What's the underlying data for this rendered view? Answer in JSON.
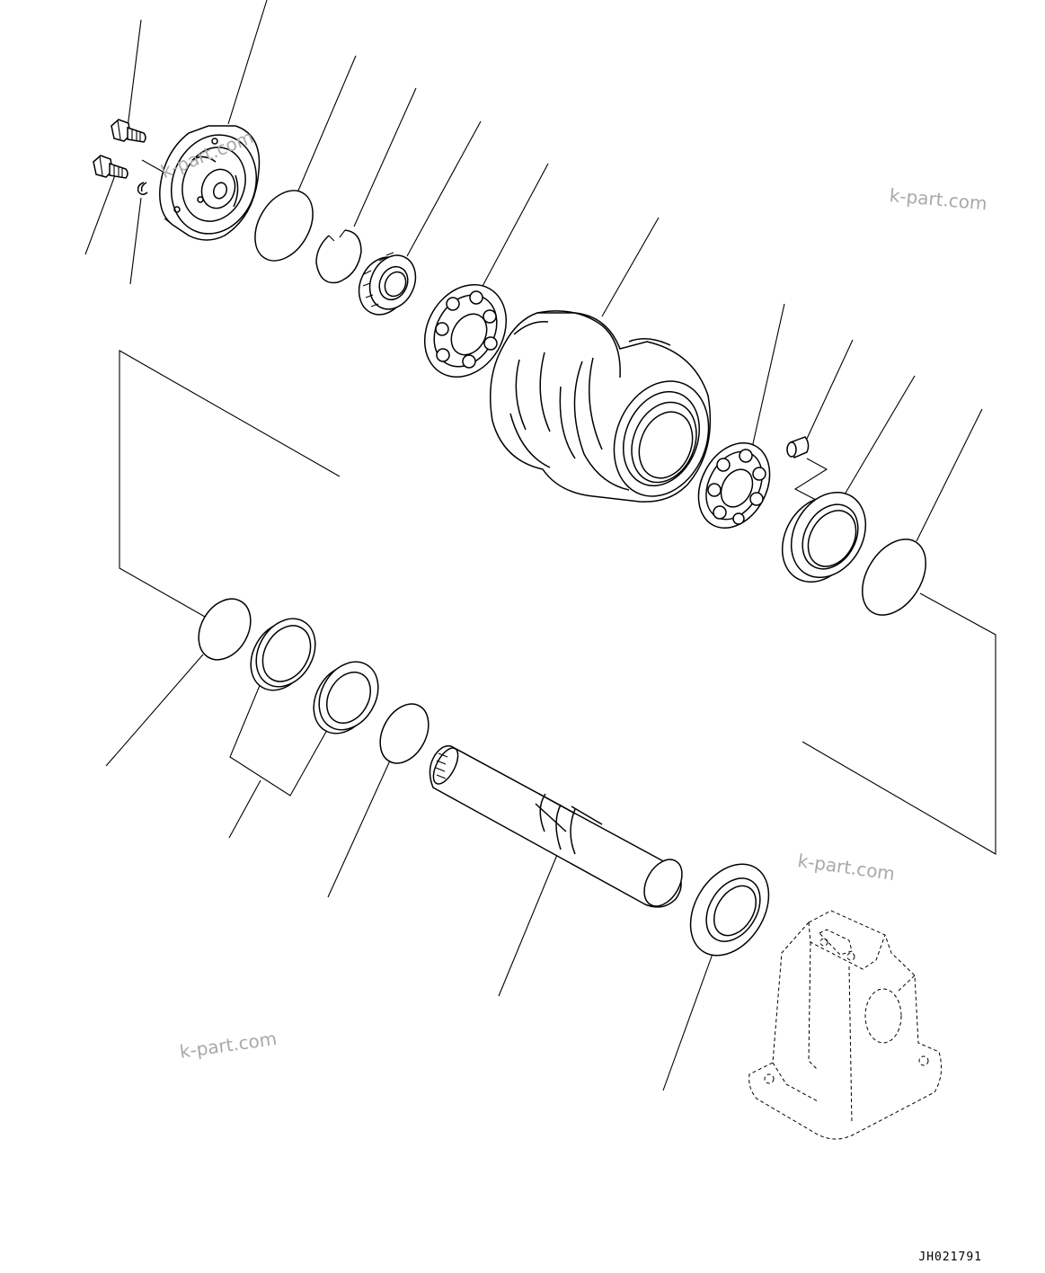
{
  "drawing": {
    "code": "JH021791",
    "watermarks": [
      "k-part.com",
      "k-part.com",
      "k-part.com",
      "k-part.com"
    ]
  },
  "parts": [
    {
      "name": "mounting-bolt-upper"
    },
    {
      "name": "mounting-bolt-lower"
    },
    {
      "name": "lock-washer"
    },
    {
      "name": "end-cover"
    },
    {
      "name": "o-ring-large"
    },
    {
      "name": "snap-ring"
    },
    {
      "name": "lock-nut"
    },
    {
      "name": "bearing-outer"
    },
    {
      "name": "roller-body"
    },
    {
      "name": "bearing-inner"
    },
    {
      "name": "dowel-pin"
    },
    {
      "name": "seal-collar"
    },
    {
      "name": "o-ring-right"
    },
    {
      "name": "o-ring-left"
    },
    {
      "name": "floating-seal-a"
    },
    {
      "name": "floating-seal-b"
    },
    {
      "name": "o-ring-small"
    },
    {
      "name": "shaft"
    },
    {
      "name": "dust-seal"
    },
    {
      "name": "bracket"
    }
  ]
}
